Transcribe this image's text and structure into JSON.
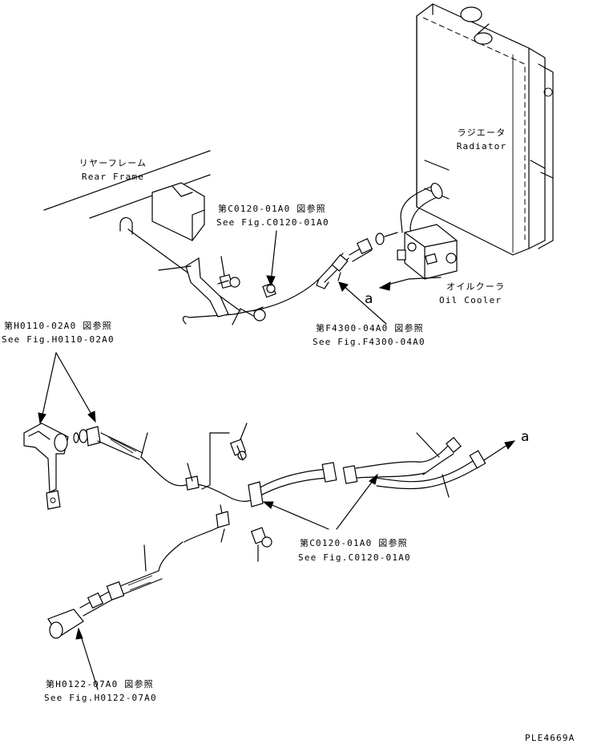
{
  "labels": {
    "rear_frame": {
      "jp": "リヤーフレーム",
      "en": "Rear Frame"
    },
    "ref_c0120_top": {
      "jp": "第C0120-01A0 図参照",
      "en": "See Fig.C0120-01A0"
    },
    "radiator": {
      "jp": "ラジエータ",
      "en": "Radiator"
    },
    "oil_cooler": {
      "jp": "オイルクーラ",
      "en": "Oil Cooler"
    },
    "ref_f4300": {
      "jp": "第F4300-04A0 図参照",
      "en": "See Fig.F4300-04A0"
    },
    "ref_h0110": {
      "jp": "第H0110-02A0 図参照",
      "en": "See Fig.H0110-02A0"
    },
    "ref_c0120_bottom": {
      "jp": "第C0120-01A0 図参照",
      "en": "See Fig.C0120-01A0"
    },
    "ref_h0122": {
      "jp": "第H0122-07A0 図参照",
      "en": "See Fig.H0122-07A0"
    },
    "connection_a_top": "a",
    "connection_a_right": "a",
    "drawing_code": "PLE4669A"
  }
}
